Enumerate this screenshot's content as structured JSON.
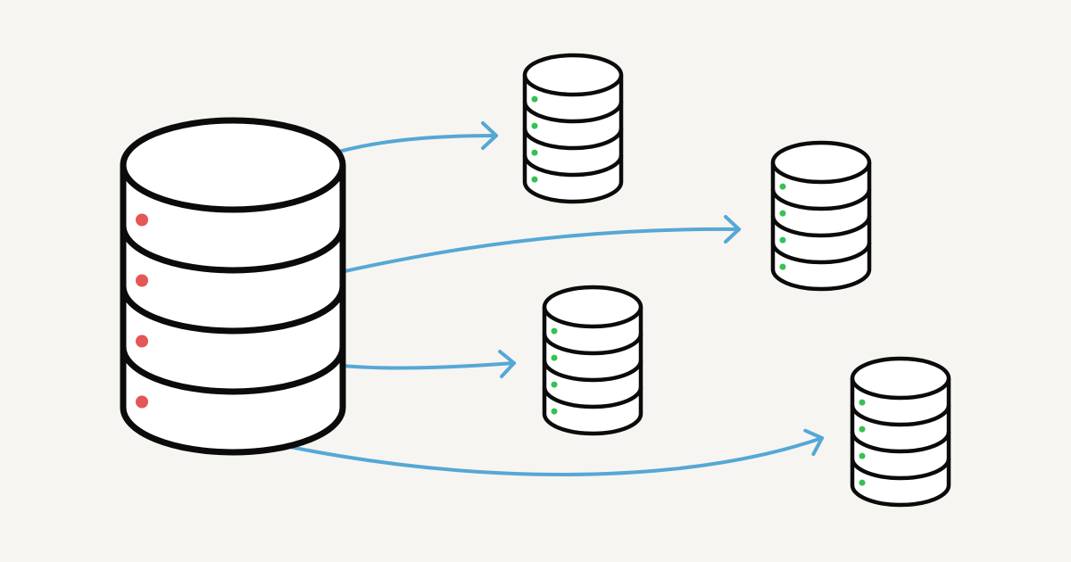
{
  "colors": {
    "background": "#f6f5f1",
    "outline": "#0b0b0b",
    "fill": "#ffffff",
    "arrow": "#55a7d6",
    "source_indicator": "#e55656",
    "target_indicator": "#38c055"
  },
  "source": {
    "name": "source-database",
    "icon": "database-icon",
    "segments": 4,
    "indicator": "red-dot"
  },
  "targets": [
    {
      "name": "target-database-1",
      "icon": "database-icon",
      "segments": 4,
      "indicator": "green-dot"
    },
    {
      "name": "target-database-2",
      "icon": "database-icon",
      "segments": 4,
      "indicator": "green-dot"
    },
    {
      "name": "target-database-3",
      "icon": "database-icon",
      "segments": 4,
      "indicator": "green-dot"
    },
    {
      "name": "target-database-4",
      "icon": "database-icon",
      "segments": 4,
      "indicator": "green-dot"
    }
  ],
  "connections": [
    {
      "from": "source-segment-1",
      "to": "target-database-1"
    },
    {
      "from": "source-segment-2",
      "to": "target-database-2"
    },
    {
      "from": "source-segment-3",
      "to": "target-database-3"
    },
    {
      "from": "source-segment-4",
      "to": "target-database-4"
    }
  ]
}
